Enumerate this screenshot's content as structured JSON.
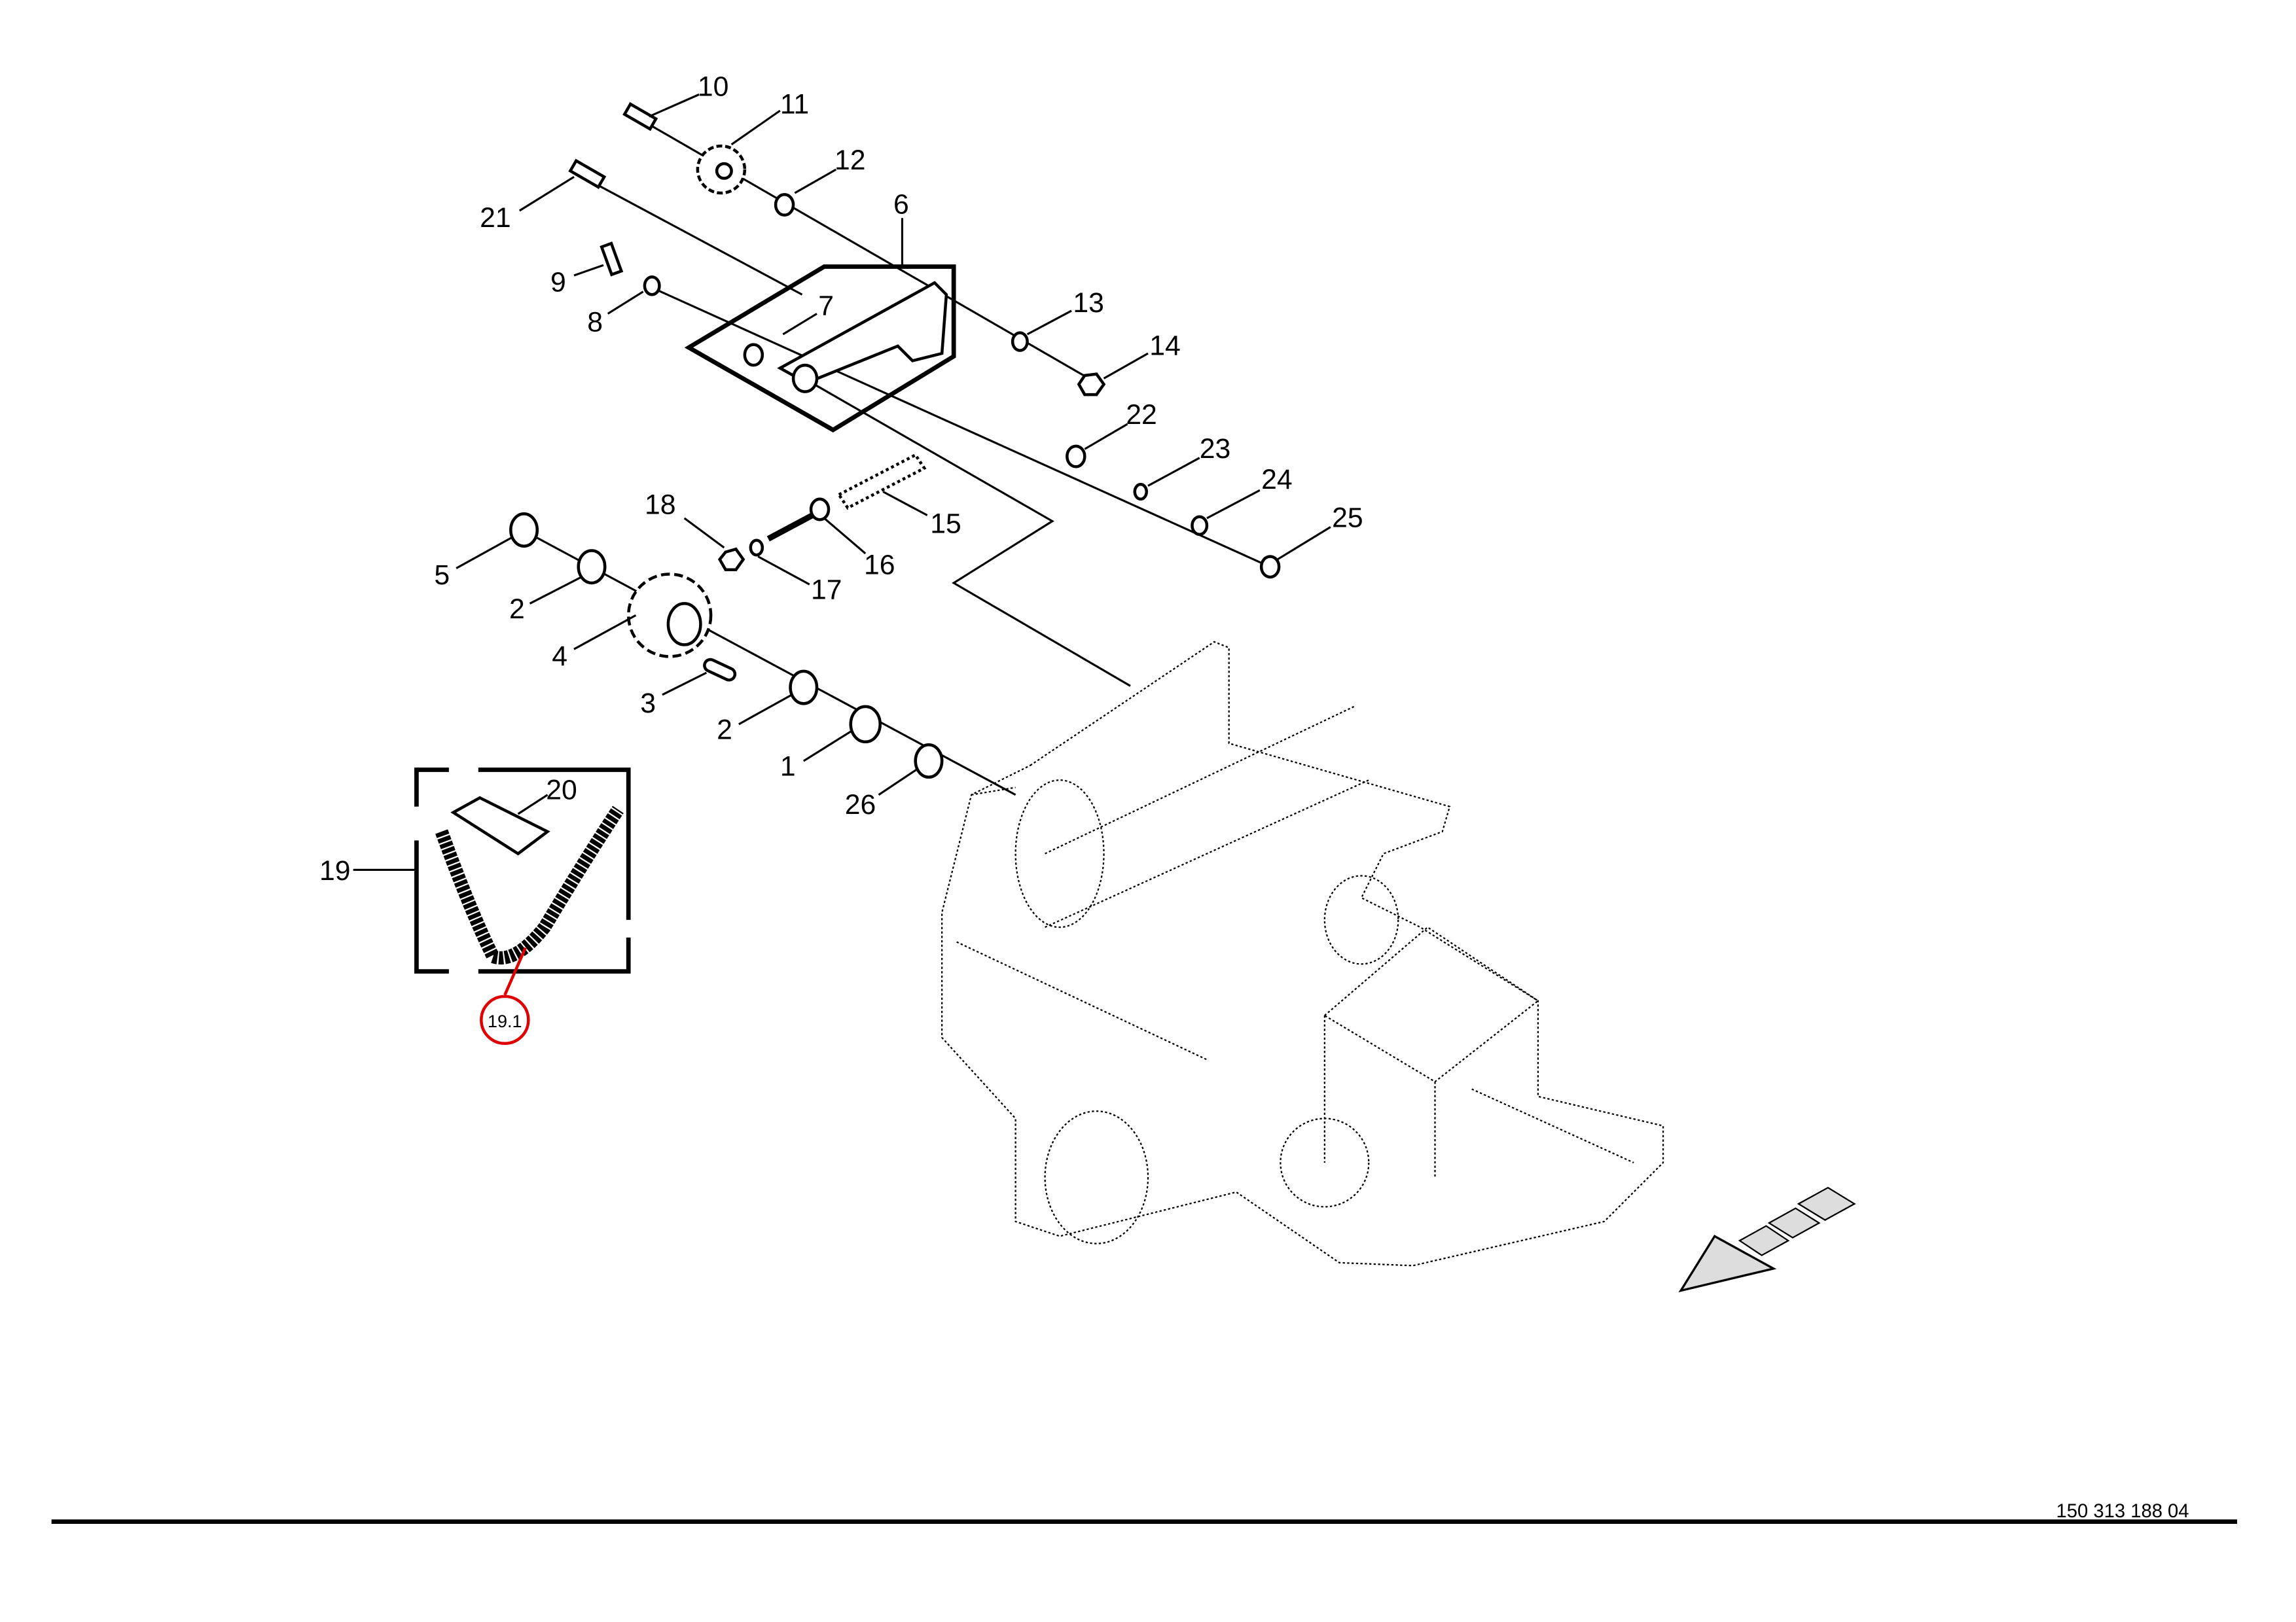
{
  "drawing": {
    "document_number": "150 313 188 04",
    "highlight_color": "#e00000",
    "highlighted_callout": "19.1",
    "callouts": {
      "p1": "1",
      "p2a": "2",
      "p2b": "2",
      "p3": "3",
      "p4": "4",
      "p5": "5",
      "p6": "6",
      "p7": "7",
      "p8": "8",
      "p9": "9",
      "p10": "10",
      "p11": "11",
      "p12": "12",
      "p13": "13",
      "p14": "14",
      "p15": "15",
      "p16": "16",
      "p17": "17",
      "p18": "18",
      "p19": "19",
      "p20": "20",
      "p21": "21",
      "p22": "22",
      "p23": "23",
      "p24": "24",
      "p25": "25",
      "p26": "26"
    }
  }
}
